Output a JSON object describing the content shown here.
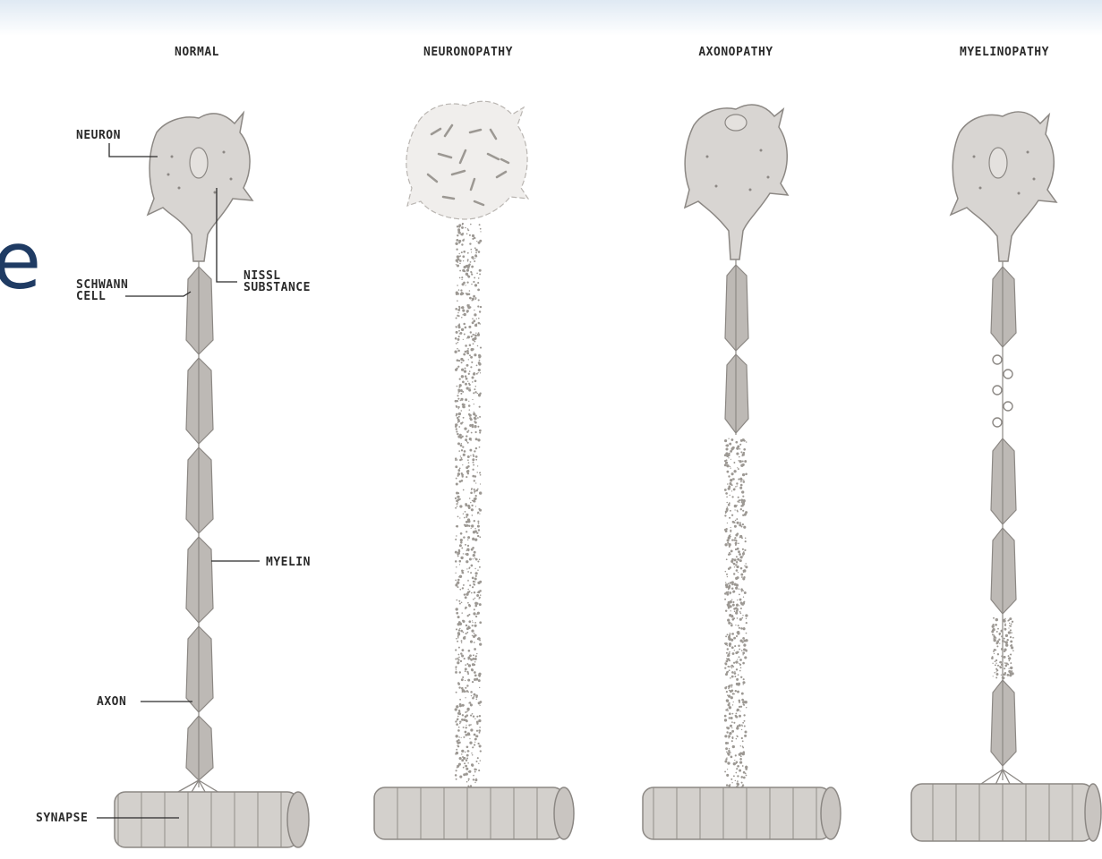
{
  "slide": {
    "partial_title_glyph": "e"
  },
  "columns": [
    {
      "title": "NORMAL"
    },
    {
      "title": "NEURONOPATHY"
    },
    {
      "title": "AXONOPATHY"
    },
    {
      "title": "MYELINOPATHY"
    }
  ],
  "labels": {
    "neuron": "NEURON",
    "nissl_line1": "NISSL",
    "nissl_line2": "SUBSTANCE",
    "schwann_line1": "SCHWANN",
    "schwann_line2": "CELL",
    "myelin": "MYELIN",
    "axon": "AXON",
    "synapse": "SYNAPSE"
  },
  "colors": {
    "cell_fill": "#d8d5d2",
    "cell_stroke": "#8c8884",
    "myelin_fill": "#bdb9b5",
    "muscle_fill": "#d3d0cc",
    "debris": "#9c9893",
    "label_text": "#2b2b2b",
    "slide_text": "#1f3b63"
  }
}
